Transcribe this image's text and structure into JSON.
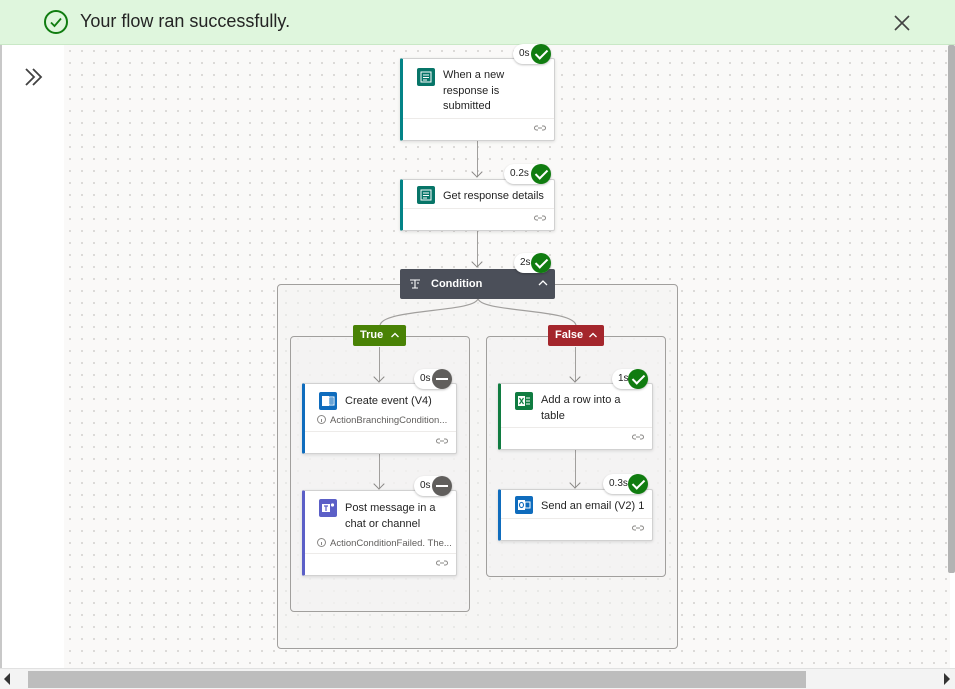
{
  "banner": {
    "message": "Your flow ran successfully.",
    "close_icon": "close-icon",
    "status_icon": "checkmark-circle-icon",
    "color": "#107c10"
  },
  "sidebar": {
    "expand_icon": "double-chevron-right-icon"
  },
  "flow": {
    "trigger": {
      "title": "When a new response is submitted",
      "duration": "0s",
      "status": "success",
      "icon": "forms-icon"
    },
    "get_details": {
      "title": "Get response details",
      "duration": "0.2s",
      "status": "success",
      "icon": "forms-icon"
    },
    "condition": {
      "title": "Condition",
      "duration": "2s",
      "status": "success",
      "icon": "condition-icon"
    },
    "true_branch": {
      "label": "True",
      "color": "#498205",
      "actions": [
        {
          "title": "Create event (V4)",
          "note": "ActionBranchingCondition...",
          "duration": "0s",
          "status": "skipped",
          "icon": "outlook-calendar-icon"
        },
        {
          "title": "Post message in a chat or channel",
          "note": "ActionConditionFailed. The...",
          "duration": "0s",
          "status": "skipped",
          "icon": "teams-icon"
        }
      ]
    },
    "false_branch": {
      "label": "False",
      "color": "#a4262c",
      "actions": [
        {
          "title": "Add a row into a table",
          "duration": "1s",
          "status": "success",
          "icon": "excel-icon"
        },
        {
          "title": "Send an email (V2) 1",
          "duration": "0.3s",
          "status": "success",
          "icon": "outlook-icon"
        }
      ]
    }
  }
}
